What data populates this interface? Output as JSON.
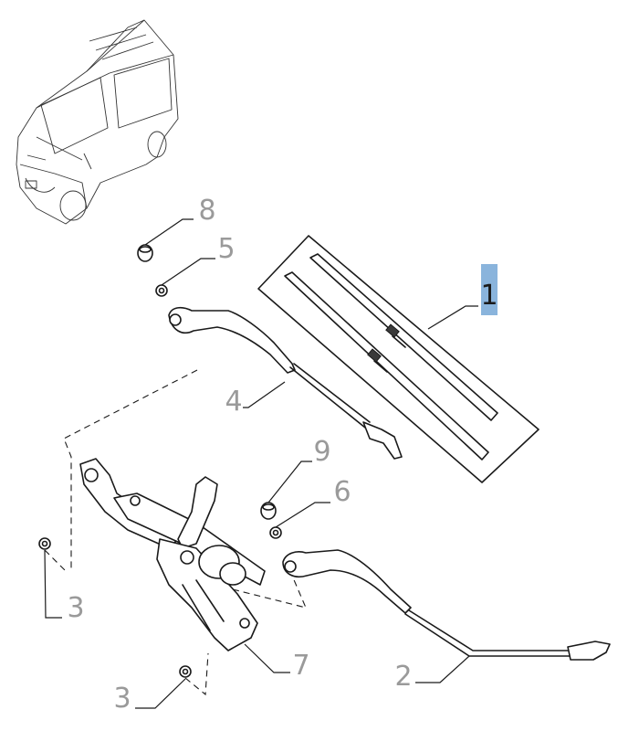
{
  "callouts": {
    "c1": "1",
    "c2": "2",
    "c3a": "3",
    "c3b": "3",
    "c4": "4",
    "c5": "5",
    "c6": "6",
    "c7": "7",
    "c8": "8",
    "c9": "9"
  },
  "colors": {
    "highlight": "#8ab4dc",
    "callout_text": "#9a9a9a",
    "line": "#1a1a1a"
  }
}
